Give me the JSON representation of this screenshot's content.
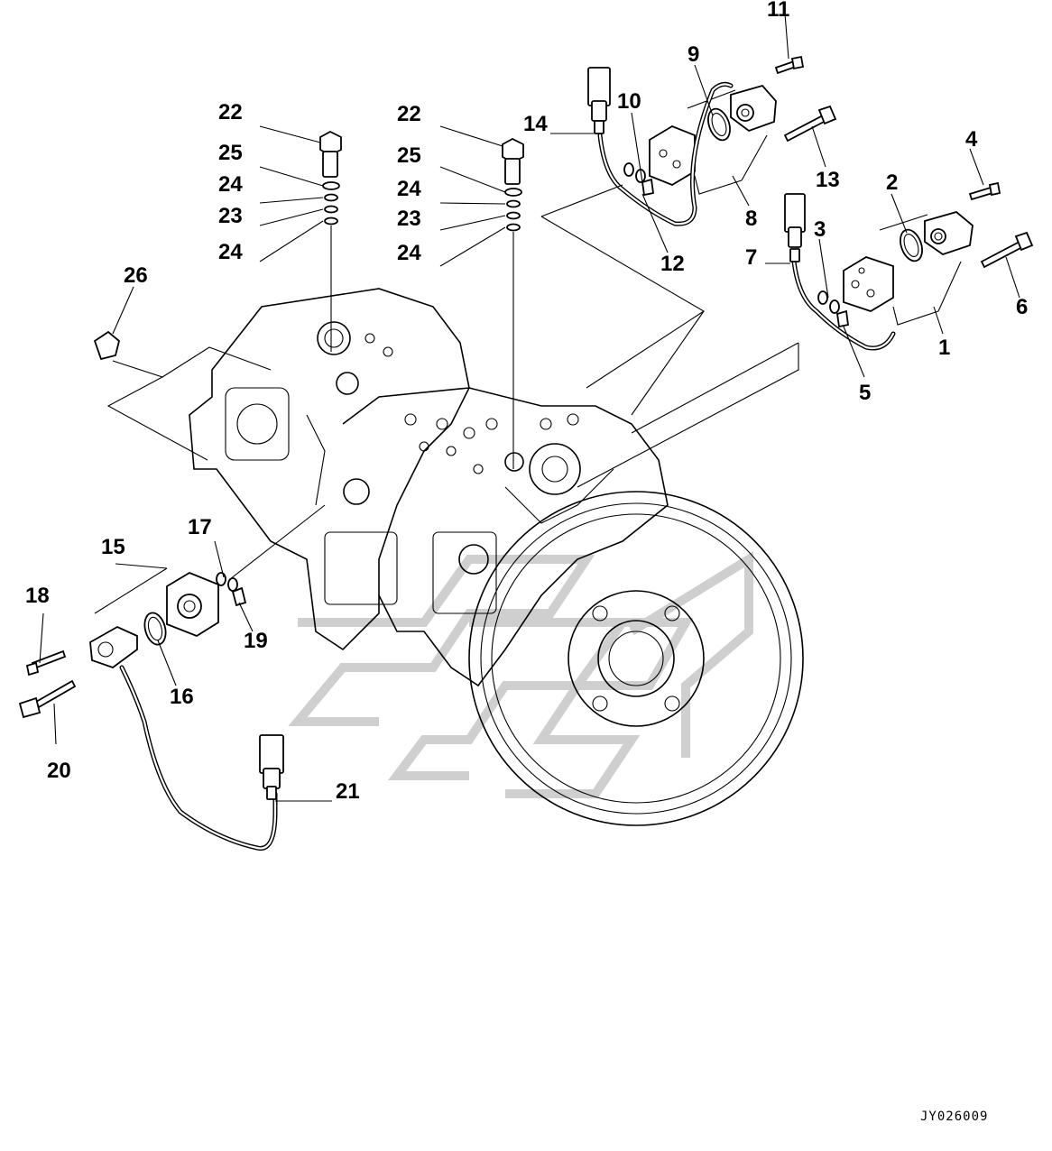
{
  "drawing_code": "JY026009",
  "callouts": [
    {
      "id": "c1",
      "text": "1"
    },
    {
      "id": "c2",
      "text": "2"
    },
    {
      "id": "c3",
      "text": "3"
    },
    {
      "id": "c4",
      "text": "4"
    },
    {
      "id": "c5",
      "text": "5"
    },
    {
      "id": "c6",
      "text": "6"
    },
    {
      "id": "c7",
      "text": "7"
    },
    {
      "id": "c8",
      "text": "8"
    },
    {
      "id": "c9",
      "text": "9"
    },
    {
      "id": "c10",
      "text": "10"
    },
    {
      "id": "c11",
      "text": "11"
    },
    {
      "id": "c12",
      "text": "12"
    },
    {
      "id": "c13",
      "text": "13"
    },
    {
      "id": "c14",
      "text": "14"
    },
    {
      "id": "c15",
      "text": "15"
    },
    {
      "id": "c16",
      "text": "16"
    },
    {
      "id": "c17",
      "text": "17"
    },
    {
      "id": "c18",
      "text": "18"
    },
    {
      "id": "c19",
      "text": "19"
    },
    {
      "id": "c20",
      "text": "20"
    },
    {
      "id": "c21",
      "text": "21"
    },
    {
      "id": "c22a",
      "text": "22"
    },
    {
      "id": "c25a",
      "text": "25"
    },
    {
      "id": "c24a",
      "text": "24"
    },
    {
      "id": "c23a",
      "text": "23"
    },
    {
      "id": "c24b",
      "text": "24"
    },
    {
      "id": "c22b",
      "text": "22"
    },
    {
      "id": "c25b",
      "text": "25"
    },
    {
      "id": "c24c",
      "text": "24"
    },
    {
      "id": "c23b",
      "text": "23"
    },
    {
      "id": "c24d",
      "text": "24"
    },
    {
      "id": "c26",
      "text": "26"
    }
  ]
}
